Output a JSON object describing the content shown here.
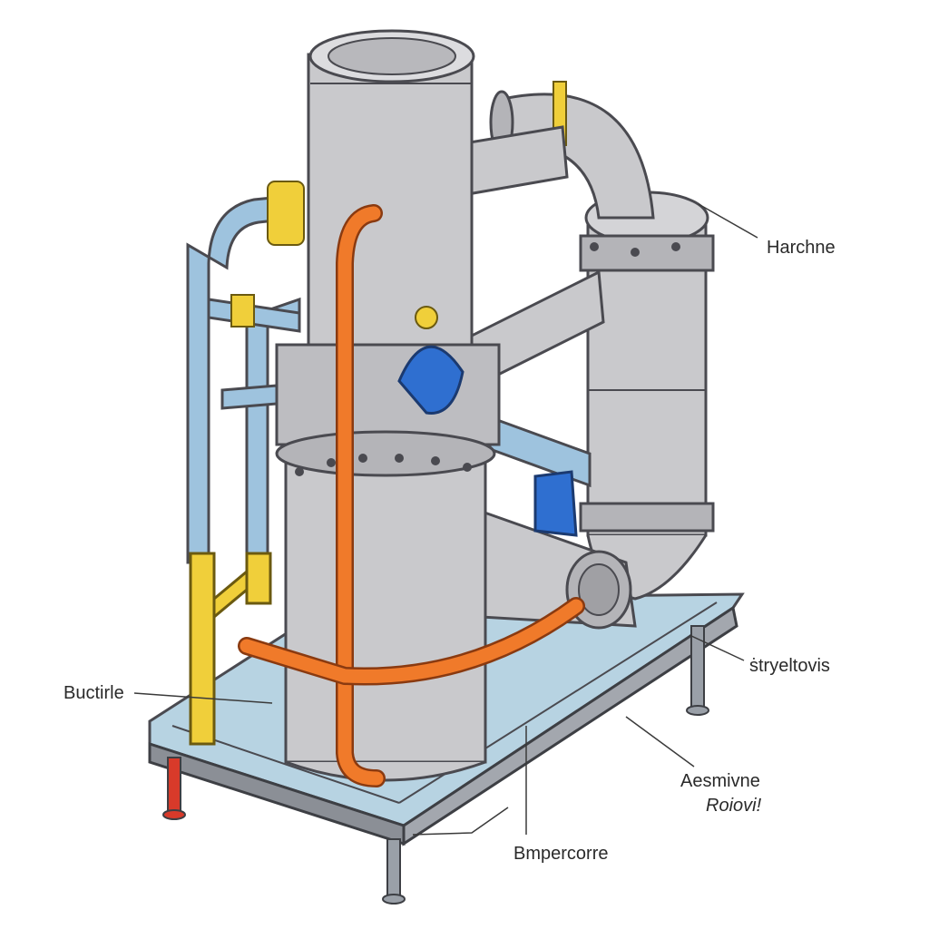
{
  "labels": {
    "top_right": "Harchne",
    "right_middle": "ṡtryeltovis",
    "left": "Buctirle",
    "bottom_right_line1": "Aesmivne",
    "bottom_right_line2": "Roiovi!",
    "bottom_center": "Bmpercorre"
  },
  "colors": {
    "background": "#ffffff",
    "vessel": "#c9c9cc",
    "outline": "#4a4a50",
    "pipe_blue": "#9ec3de",
    "pipe_orange": "#f07a2a",
    "pipe_yellow": "#f0cf3a",
    "valve_blue": "#2f6fd0",
    "base_plate": "#b7d3e2",
    "leg_red": "#d83a2a"
  }
}
